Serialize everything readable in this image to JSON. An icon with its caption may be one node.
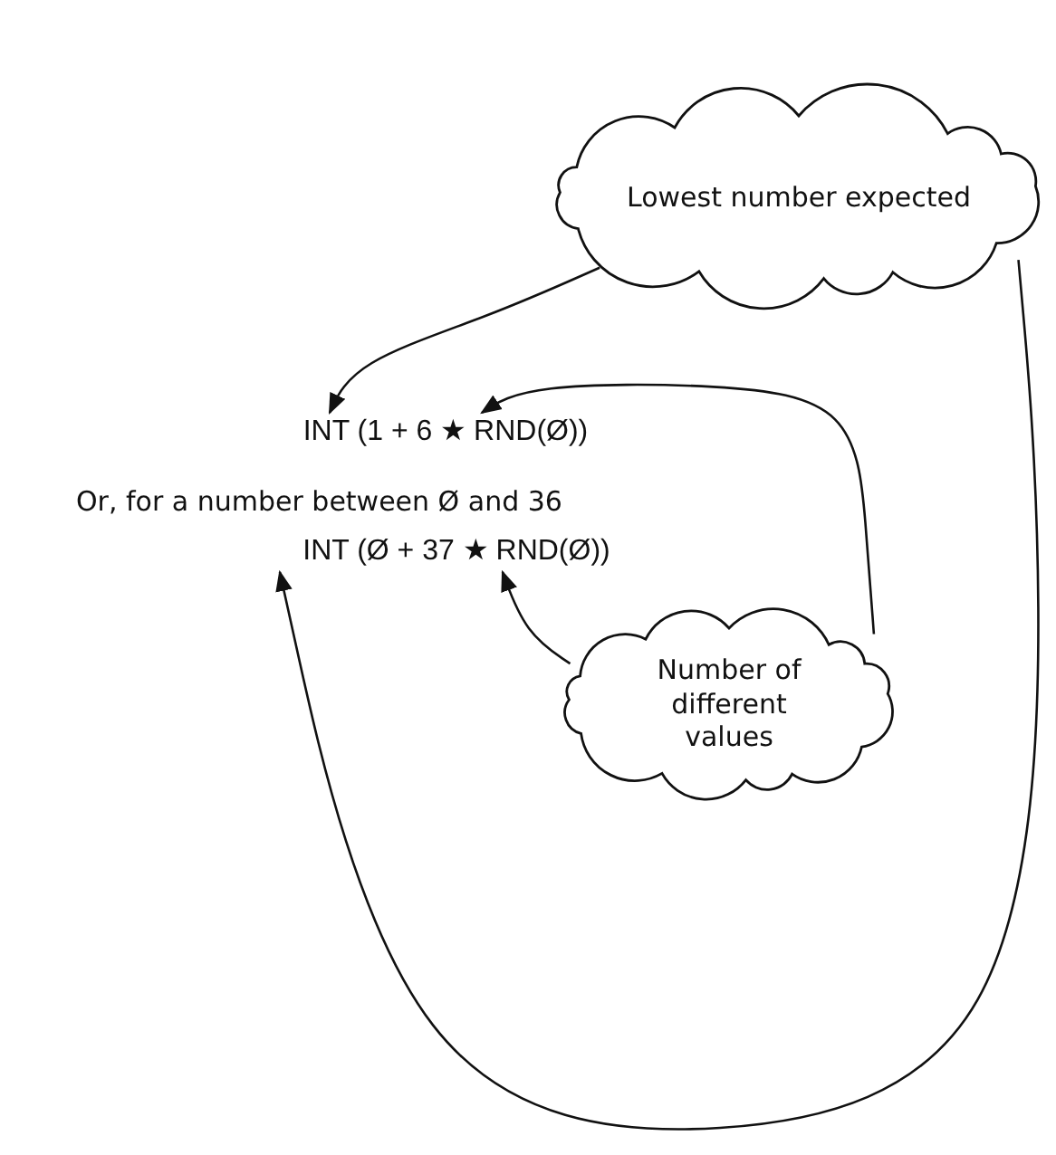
{
  "diagram": {
    "nodes": [
      {
        "text": [
          "Lowest number expected"
        ]
      },
      {
        "text": [
          "INT (1 + 6 ★ RND(Ø))"
        ]
      },
      {
        "text": [
          "INT (Ø + 37 ★ RND(Ø))"
        ]
      },
      {
        "text": [
          "Number of different values"
        ]
      }
    ],
    "edges": [
      {
        "from": 0,
        "to": 1,
        "arrow": "to"
      },
      {
        "from": 3,
        "to": 1,
        "arrow": "to"
      },
      {
        "from": 3,
        "to": 2,
        "arrow": "to"
      },
      {
        "from": 0,
        "to": 2,
        "arrow": "to"
      }
    ],
    "labels": [
      "Or, for a number between Ø and 36"
    ]
  }
}
